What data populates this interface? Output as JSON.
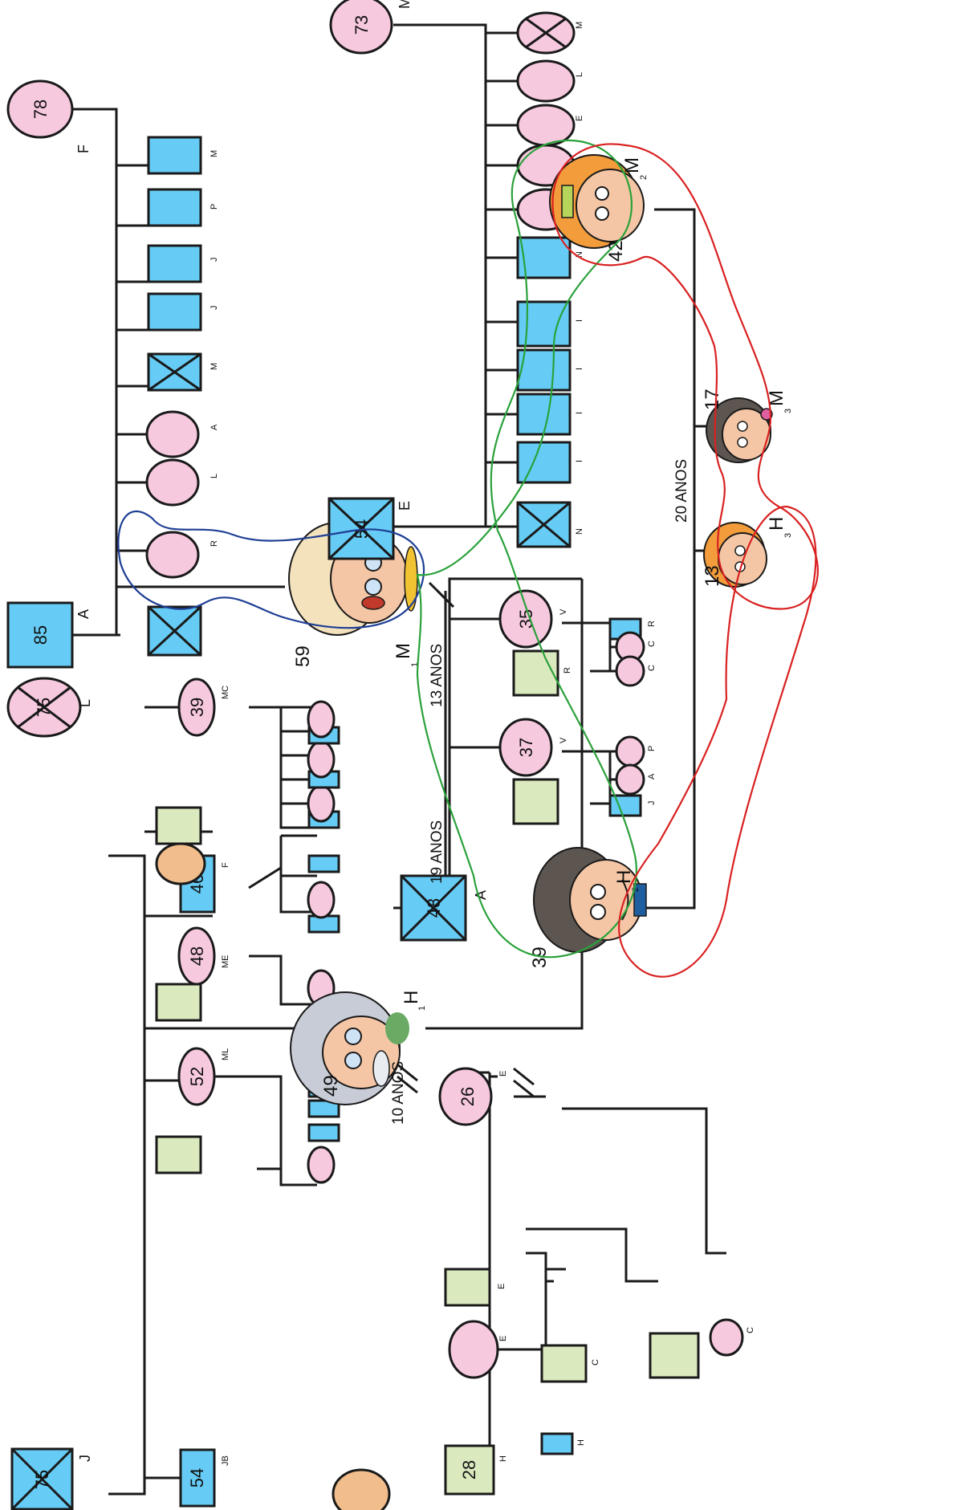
{
  "colors": {
    "male": "#66ccf5",
    "female": "#f7c9df",
    "spouse": "#dbe9bf",
    "other": "#f1bd8c",
    "blue_circle": "#1f3f95",
    "green_circle": "#2aa13a",
    "red_circle": "#d92121"
  },
  "grandparents": {
    "paternal_grandfather": {
      "age": "75",
      "initial": "J"
    },
    "paternal_grandmother": {
      "age": "75",
      "initial": "L"
    },
    "maternal_grandfather": {
      "age": "85",
      "initial": "A"
    },
    "maternal_grandmother": {
      "age": "78",
      "initial": "F"
    },
    "other_grandfather": {
      "age": "54",
      "initial": "E"
    },
    "other_grandmother": {
      "age": "73",
      "initial": "M"
    }
  },
  "paternal_children": {
    "c1": {
      "age": "54",
      "initial": "JB"
    },
    "c2": {
      "age": "52",
      "initial": "ML"
    },
    "c3": {
      "age": "48",
      "initial": "ME"
    },
    "c4": {
      "age": "46",
      "initial": "F"
    },
    "c5": {
      "age": "39",
      "initial": "MC"
    }
  },
  "maternal_children": {
    "r": "R",
    "l": "L",
    "a": "A",
    "m": "M",
    "j1": "J",
    "j2": "J",
    "p": "P",
    "m2": "M"
  },
  "other_children": {
    "n1": "N",
    "i1": "I",
    "i2": "I",
    "i3": "I",
    "i4": "I",
    "n2": "N",
    "i5": "I",
    "e": "E",
    "l": "L",
    "m": "M"
  },
  "h1": {
    "age": "49",
    "label": "H",
    "sub": "1"
  },
  "m1": {
    "age": "59",
    "label": "M",
    "sub": "1"
  },
  "h2": {
    "age": "39",
    "label": "H",
    "sub": "2"
  },
  "m2": {
    "age": "42",
    "label": "M",
    "sub": "2"
  },
  "h3": {
    "age": "13",
    "label": "H",
    "sub": "3"
  },
  "m3": {
    "age": "17",
    "label": "M",
    "sub": "3"
  },
  "m1_partner": {
    "age": "48",
    "initial": "A"
  },
  "m1_daughters": {
    "d1": {
      "age": "35",
      "initial": "V",
      "husband": "R",
      "kids": [
        "R",
        "C",
        "C"
      ]
    },
    "d2": {
      "age": "37",
      "initial": "V",
      "kids": [
        "P",
        "A",
        "J"
      ]
    }
  },
  "h1_family": {
    "d26": {
      "age": "26",
      "initial": "E",
      "partner1": "E",
      "partner2": "C",
      "kid": "C"
    },
    "s28": {
      "age": "28",
      "initial": "H",
      "partner": "E",
      "kid": "H"
    }
  },
  "periods": {
    "p10": "10 ANOS",
    "p13": "13 ANOS",
    "p19": "19 ANOS",
    "p20": "20 ANOS"
  }
}
